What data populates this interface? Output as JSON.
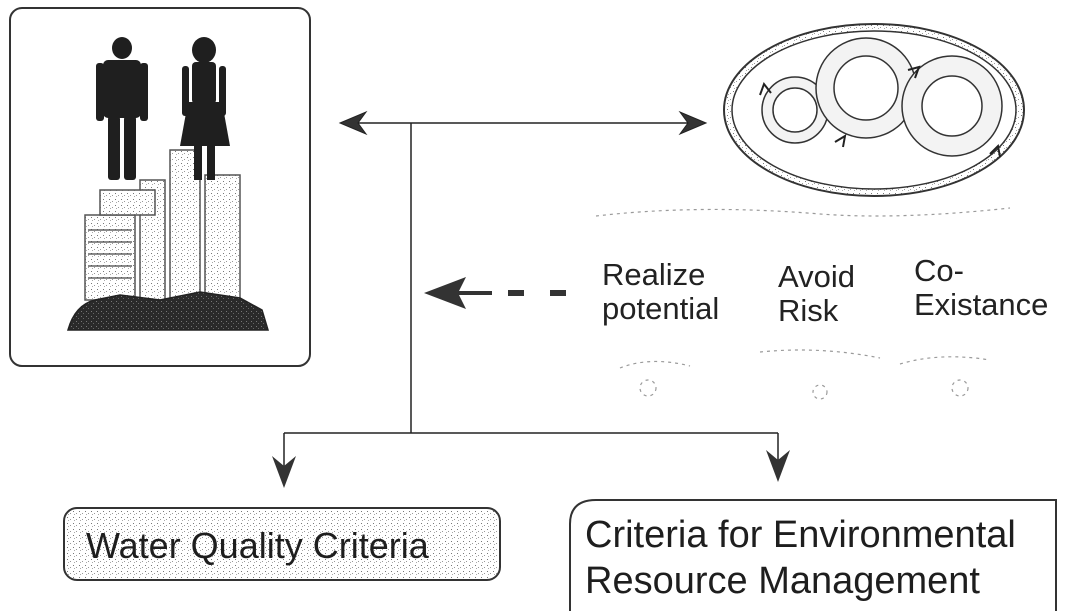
{
  "labels": {
    "realize_line1": "Realize",
    "realize_line2": "potential",
    "avoid_line1": "Avoid",
    "avoid_line2": "Risk",
    "coexist_line1": "Co-",
    "coexist_line2": "Existance"
  },
  "boxes": {
    "water_quality": "Water Quality Criteria",
    "env_line1": "Criteria for Environmental",
    "env_line2": "Resource Management"
  }
}
